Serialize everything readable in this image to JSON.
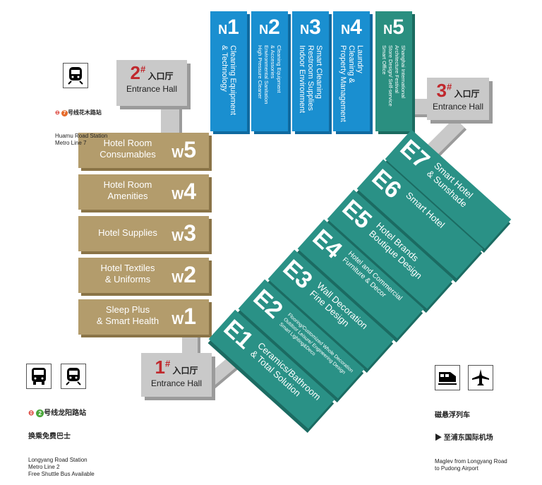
{
  "north_halls": [
    {
      "prefix": "N",
      "num": "1",
      "desc": "Cleaning Equipment\n& Technology",
      "color": "#1a8fd0"
    },
    {
      "prefix": "N",
      "num": "2",
      "desc": "Cleaning Equipment\n& Accessories\nEnvironmental Sanitation\nHigh Pressure Cleaner",
      "color": "#1a8fd0"
    },
    {
      "prefix": "N",
      "num": "3",
      "desc": "Smart Cleaning\nRestroom Supplies\nIndoor Environment",
      "color": "#1a8fd0"
    },
    {
      "prefix": "N",
      "num": "4",
      "desc": "Laundry\nCleaning &\nProperty Management",
      "color": "#1a8fd0"
    },
    {
      "prefix": "N",
      "num": "5",
      "desc": "Shanghai International\nArchitecture Festival\nStore Design/ Self-service\nSmart Office",
      "color": "#2a8f80"
    }
  ],
  "west_halls": [
    {
      "prefix": "W",
      "num": "5",
      "desc": "Hotel Room\nConsumables"
    },
    {
      "prefix": "W",
      "num": "4",
      "desc": "Hotel Room\nAmenities"
    },
    {
      "prefix": "W",
      "num": "3",
      "desc": "Hotel Supplies"
    },
    {
      "prefix": "W",
      "num": "2",
      "desc": "Hotel Textiles\n& Uniforms"
    },
    {
      "prefix": "W",
      "num": "1",
      "desc": "Sleep Plus\n& Smart Health"
    }
  ],
  "east_halls": [
    {
      "prefix": "E",
      "num": "1",
      "desc": "Ceramics/Bathroom\n& Total Solution"
    },
    {
      "prefix": "E",
      "num": "2",
      "desc": "Flooring/Customized Whole Decoration\nOutdoor Leisure/ Engineering Design\nSmart Lighting&Deco"
    },
    {
      "prefix": "E",
      "num": "3",
      "desc": "Wall Decoration\nFine Design"
    },
    {
      "prefix": "E",
      "num": "4",
      "desc": "Hotel and Commercial\nFurniture & Decor"
    },
    {
      "prefix": "E",
      "num": "5",
      "desc": "Hotel Brands\nBoutique Design"
    },
    {
      "prefix": "E",
      "num": "6",
      "desc": "Smart Hotel"
    },
    {
      "prefix": "E",
      "num": "7",
      "desc": "Smart Hotel\n& Sunshade"
    }
  ],
  "entrances": [
    {
      "num": "1",
      "mark": "#",
      "cn": "入口厅",
      "en": "Entrance Hall"
    },
    {
      "num": "2",
      "mark": "#",
      "cn": "入口厅",
      "en": "Entrance Hall"
    },
    {
      "num": "3",
      "mark": "#",
      "cn": "入口厅",
      "en": "Entrance Hall"
    }
  ],
  "transport": {
    "huamu": {
      "line": "7",
      "cn": "号线花木路站",
      "en": "Huamu Road Station\nMetro Line 7"
    },
    "longyang": {
      "line": "2",
      "cn": "号线龙阳路站",
      "cn2": "换乘免费巴士",
      "en": "Longyang Road Station\nMetro Line 2\nFree Shuttle Bus Available"
    },
    "maglev": {
      "cn": "磁悬浮列车",
      "cn2": "至浦东国际机场",
      "en": "Maglev from Longyang Road\nto Pudong Airport"
    }
  },
  "colors": {
    "north": "#1a8fd0",
    "teal": "#2a9186",
    "west": "#b39c6c",
    "hall": "#c9c9c9",
    "entrance_num": "#c0282d"
  }
}
